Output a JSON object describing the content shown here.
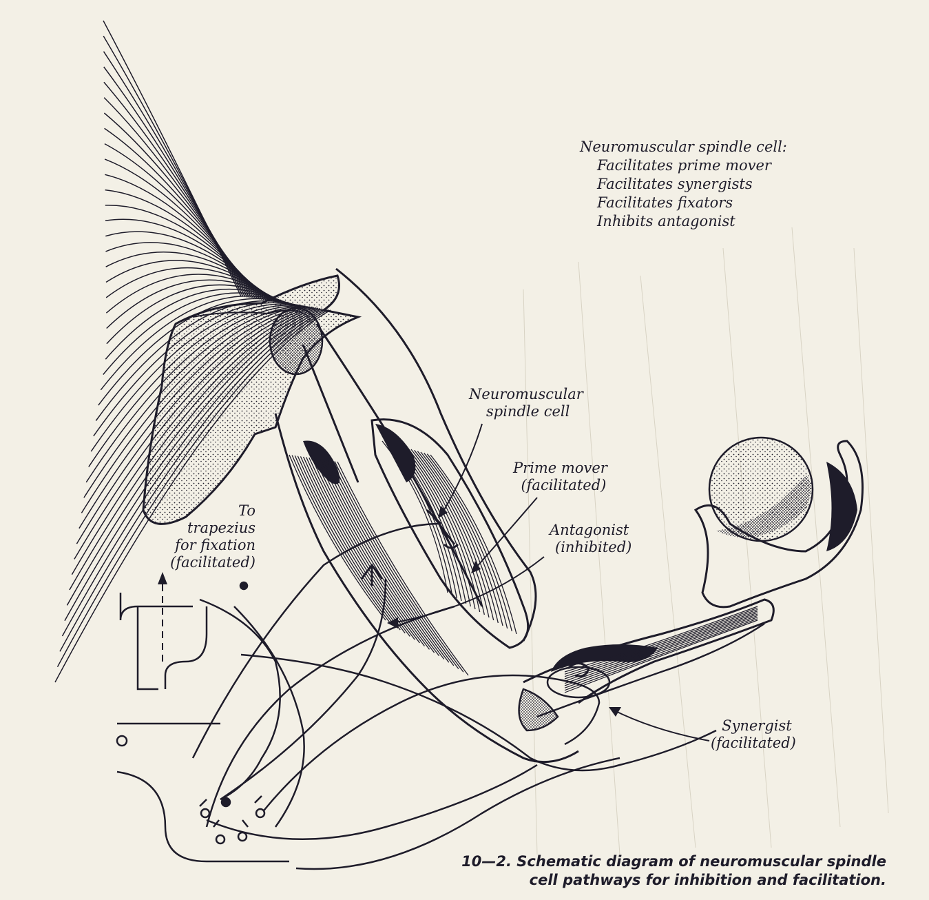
{
  "legend": {
    "heading": "Neuromuscular spindle cell:",
    "items": [
      "Facilitates prime mover",
      "Facilitates synergists",
      "Facilitates fixators",
      "Inhibits antagonist"
    ]
  },
  "labels": {
    "spindle_cell": [
      "Neuromuscular",
      "spindle cell"
    ],
    "prime_mover": [
      "Prime mover",
      "(facilitated)"
    ],
    "antagonist": [
      "Antagonist",
      "(inhibited)"
    ],
    "trapezius": [
      "To",
      "trapezius",
      "for fixation",
      "(facilitated)"
    ],
    "synergist": [
      "Synergist",
      "(facilitated)"
    ]
  },
  "caption": [
    "10—2. Schematic diagram of neuromuscular spindle",
    "cell pathways for inhibition and facilitation."
  ],
  "colors": {
    "paper": "#f3f0e6",
    "ink": "#1e1c2a",
    "show_through": "#c9c4b5"
  }
}
